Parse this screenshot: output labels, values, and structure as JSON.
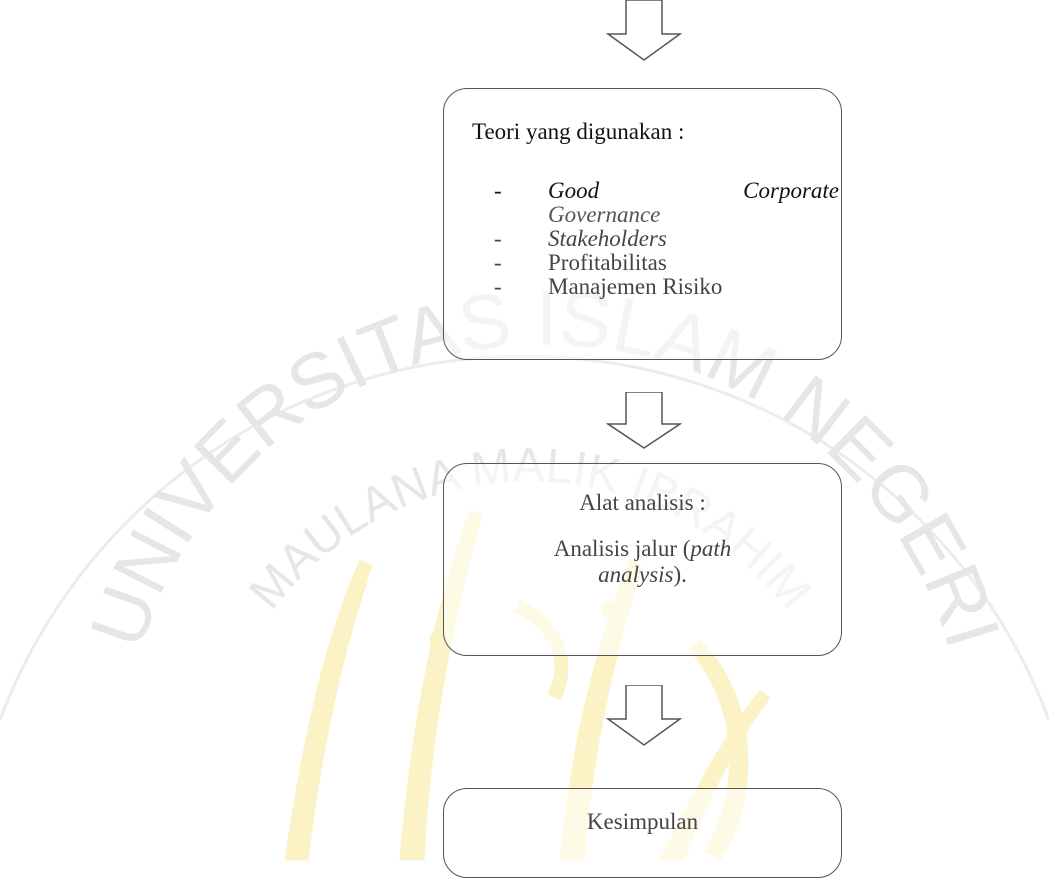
{
  "diagram": {
    "box1": {
      "heading": "Teori yang digunakan :",
      "items": [
        {
          "dash": "-",
          "term_a": "Good",
          "term_b": "Corporate",
          "continuation": "Governance"
        },
        {
          "dash": "-",
          "term": "Stakeholders"
        },
        {
          "dash": "-",
          "term": "Profitabilitas"
        },
        {
          "dash": "-",
          "term": "Manajemen Risiko"
        }
      ]
    },
    "box2": {
      "title": "Alat analisis :",
      "line1_prefix": "Analisis jalur (",
      "line1_italic": "path",
      "line2_italic": "analysis",
      "line2_suffix": ")."
    },
    "box3": {
      "title": "Kesimpulan"
    }
  },
  "watermark": {
    "arc_text_top": "UNIVERSITAS ISLAM NEGERI",
    "arc_text_inner": "MAULANA MALIK IBRAHIM",
    "colors": {
      "arc_text": "#e6e6e6",
      "calligraphy": "#fbf3c6",
      "border": "#ececec"
    }
  }
}
